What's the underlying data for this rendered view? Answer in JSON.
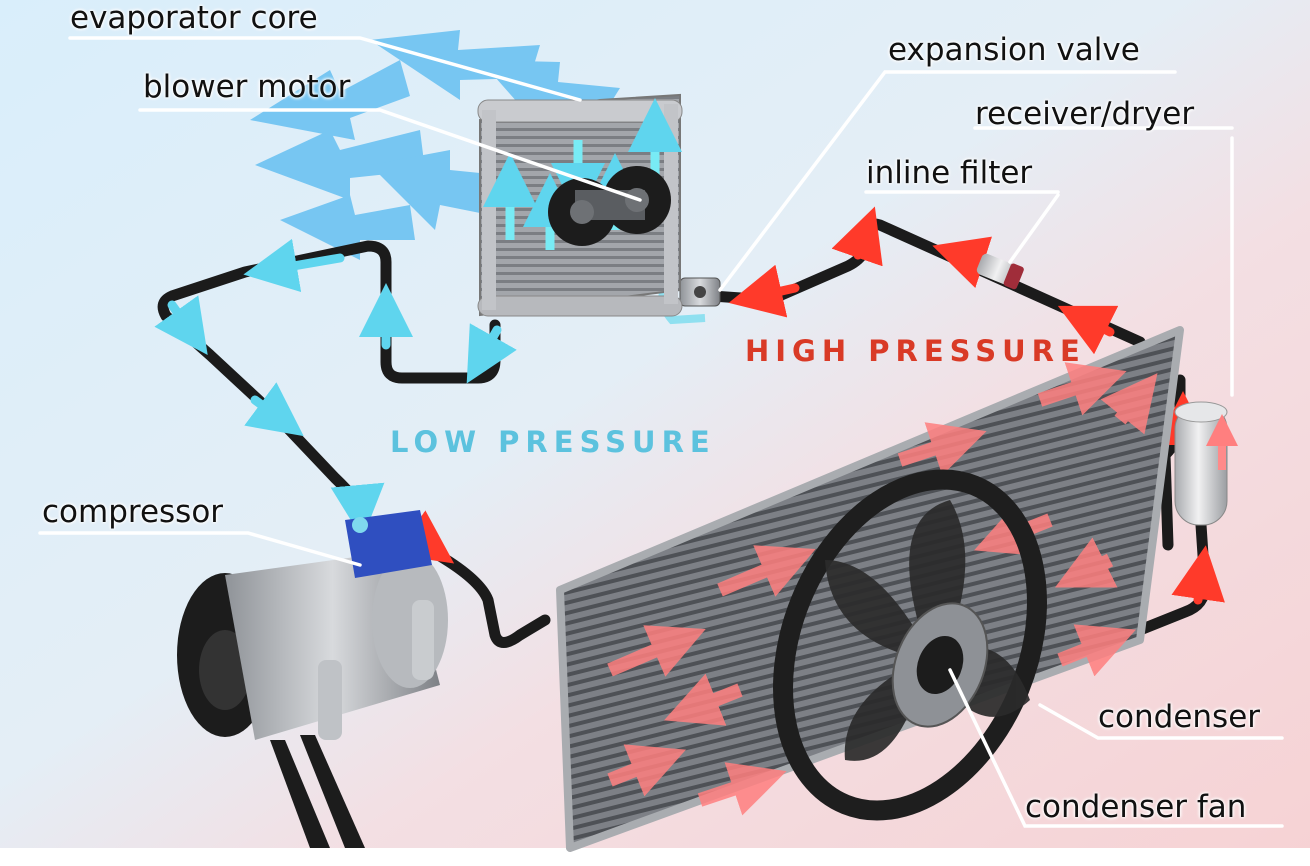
{
  "labels": {
    "evaporator_core": "evaporator core",
    "blower_motor": "blower motor",
    "expansion_valve": "expansion valve",
    "receiver_dryer": "receiver/dryer",
    "inline_filter": "inline filter",
    "compressor": "compressor",
    "condenser": "condenser",
    "condenser_fan": "condenser fan"
  },
  "regions": {
    "low_pressure": "LOW PRESSURE",
    "high_pressure": "HIGH PRESSURE"
  },
  "colors": {
    "low_pressure_text": "#5cc2de",
    "high_pressure_text": "#d93a26",
    "low_flow_arrow": "#62d8f0",
    "high_flow_arrow": "#ff3b2b",
    "background_cool": "#dcefff",
    "background_warm": "#f8d4d6",
    "hose": "#1b1b1b"
  }
}
